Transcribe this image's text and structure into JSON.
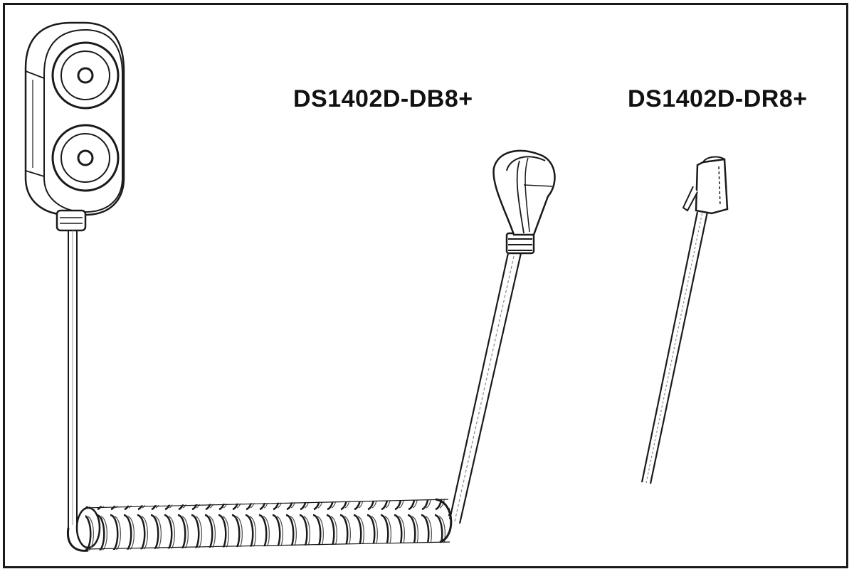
{
  "diagram": {
    "labels": {
      "db8": "DS1402D-DB8+",
      "dr8": "DS1402D-DR8+"
    },
    "components": [
      {
        "name": "dual-button-probe-holder",
        "description": "Two-position iButton probe with coiled cable"
      },
      {
        "name": "blue-dot-receptor",
        "description": "Blue Dot receptor head on DB8+ cable end"
      },
      {
        "name": "rj45-plug",
        "description": "RJ-style modular plug on DR8+ straight cable"
      }
    ],
    "colors": {
      "line": "#1a1a1a",
      "background": "#ffffff",
      "text": "#111111"
    }
  }
}
